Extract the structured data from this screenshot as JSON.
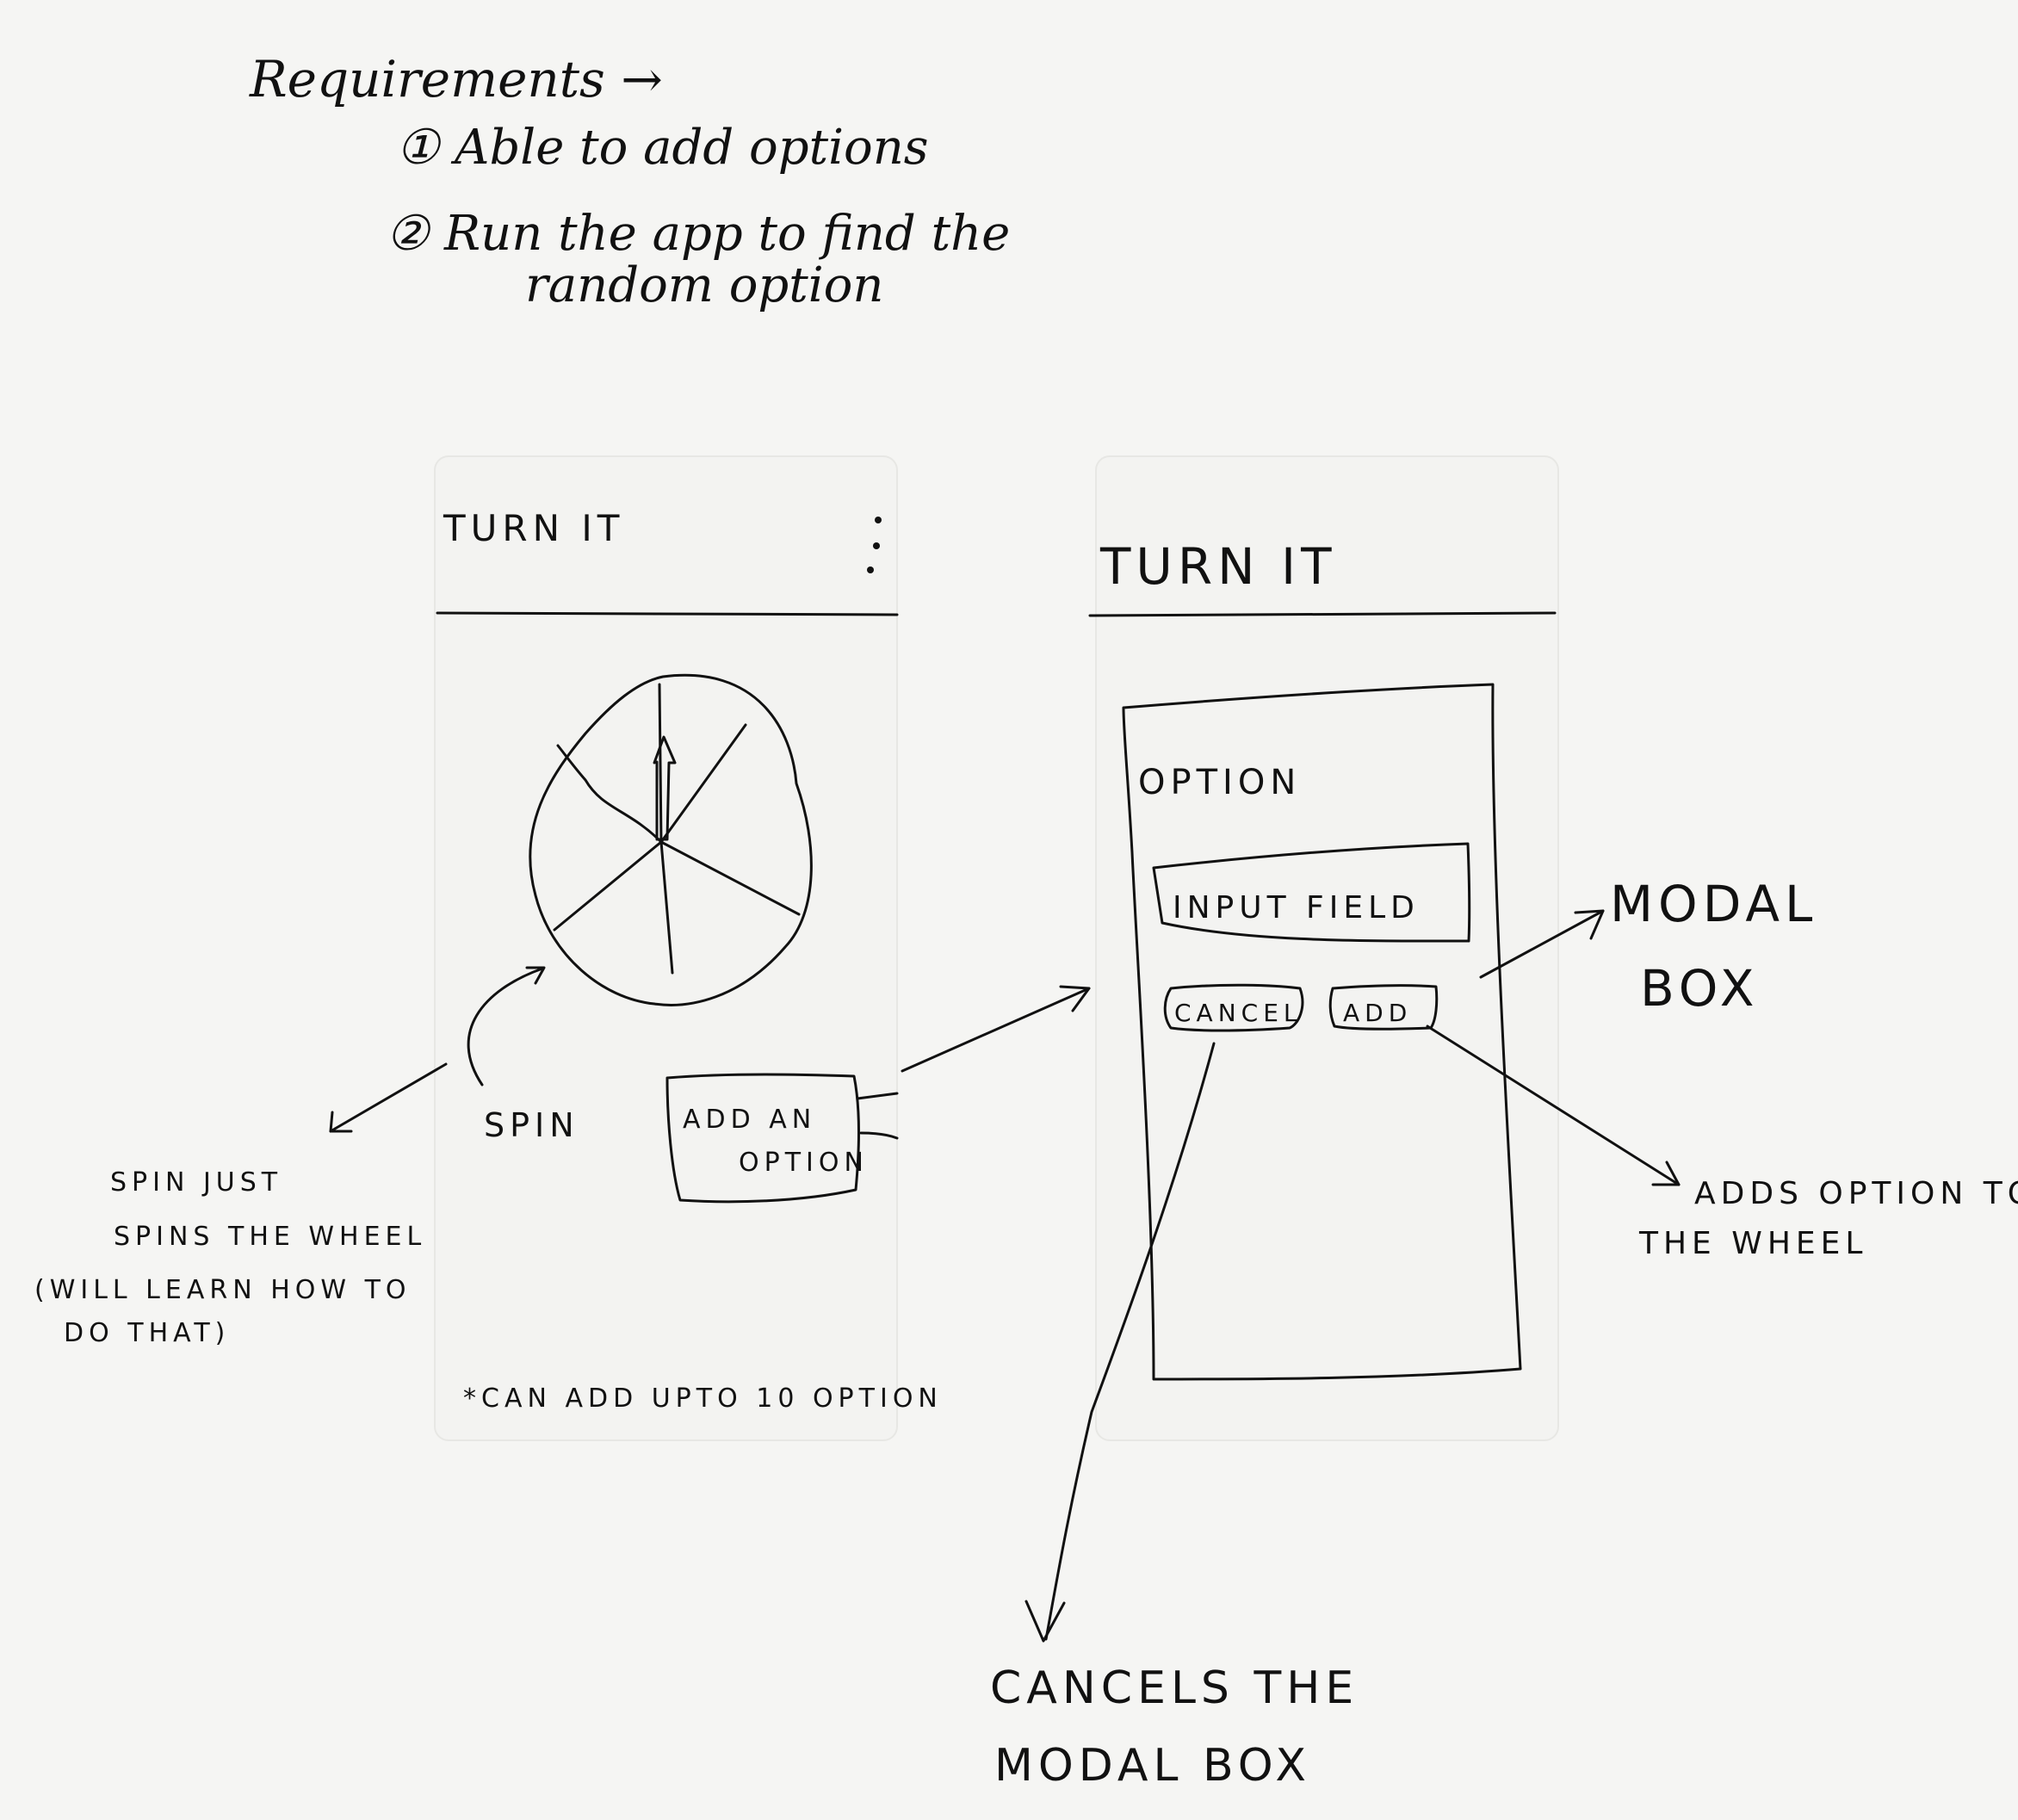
{
  "requirements": {
    "heading": "Requirements →",
    "items": [
      "① Able to add options",
      "② Run the app to find the",
      "random option"
    ]
  },
  "screen1": {
    "title": "TURN IT",
    "menu_icon": "kebab-menu-icon",
    "wheel_icon": "spin-wheel-icon",
    "spin_label": "SPIN",
    "add_option_line1": "ADD AN",
    "add_option_line2": "OPTION",
    "footnote": "*CAN ADD UPTO 10 OPTION"
  },
  "screen2": {
    "title": "TURN IT",
    "modal_label": "OPTION",
    "input_label": "INPUT FIELD",
    "cancel_label": "CANCEL",
    "add_label": "ADD"
  },
  "annotations": {
    "spin_note": [
      "SPIN JUST",
      "SPINS THE WHEEL",
      "(WILL LEARN HOW TO",
      "DO THAT)"
    ],
    "modal_note": [
      "MODAL",
      "BOX"
    ],
    "add_note": [
      "ADDS OPTION TO",
      "THE WHEEL"
    ],
    "cancel_note": [
      "CANCELS THE",
      "MODAL BOX"
    ]
  }
}
